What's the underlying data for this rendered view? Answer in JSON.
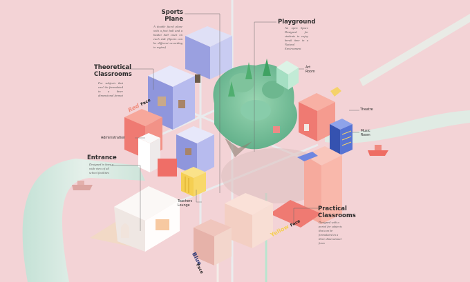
{
  "diagram": {
    "type": "isometric architectural school concept",
    "colors": {
      "background": "#f3d3d6",
      "mint_tube": "#cfe9df",
      "lavender": "#8c92d6",
      "coral": "#ef7a72",
      "peach": "#f3c2b6",
      "yellow": "#f5cf52",
      "blue": "#4a65c9",
      "green_island": "#74c39b",
      "white": "#f7f4f2",
      "leader_line": "#6b6b6b"
    },
    "labels": {
      "sports_plane": {
        "title": "Sports Plane",
        "title_line1": "Sports",
        "title_line2": "Plane",
        "description": "A double faced plane with a foot ball and a basket ball court on each side (Sports can be different according to region)"
      },
      "playground": {
        "title": "Playground",
        "description": "An open Space Designed for students to enjoy break time in a Natural Environment"
      },
      "theoretical_classrooms": {
        "title": "Theoretical Classrooms",
        "title_line1": "Theoretical",
        "title_line2": "Classrooms",
        "description": "For subjects that can't be formulated in a three dimensional format"
      },
      "art_room": {
        "line1": "Art",
        "line2": "Room"
      },
      "theatre": {
        "title": "Theatre"
      },
      "music_room": {
        "line1": "Music",
        "line2": "Room"
      },
      "administration": {
        "title": "Administration"
      },
      "entrance": {
        "title": "Entrance",
        "description": "Designed to have a wide view of all school facilities"
      },
      "teachers_lounge": {
        "line1": "Teachers",
        "line2": "Lounge"
      },
      "practical_classrooms": {
        "title": "Practical Classrooms",
        "title_line1": "Practical",
        "title_line2": "Classrooms",
        "description": "Designed with a portal for subjects that can be formulated in a three dimensional form"
      }
    },
    "faces": [
      {
        "word": "Red",
        "suffix": "Face",
        "color": "#f08a7a"
      },
      {
        "word": "Yellow",
        "suffix": "Face",
        "color": "#f5cf52"
      },
      {
        "word": "Blue",
        "suffix": "Face",
        "color": "#2f3b7a"
      }
    ]
  }
}
